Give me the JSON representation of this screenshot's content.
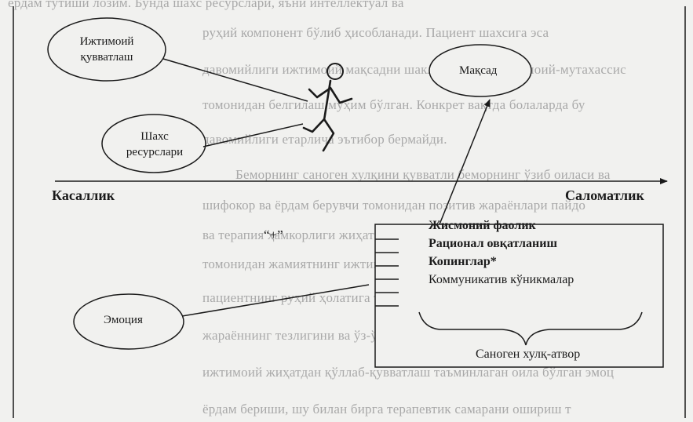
{
  "background_lines": [
    "ёрдам тутиши лозим. Бунда шахс ресурслари, яъни интеллектуал ва",
    "руҳий компонент бўлиб ҳисобланади. Пациент шахсига эса",
    "давомийлиги ижтимоий мақсадни шакллантириш ижтимоий-мутахассис",
    "томонидан белгилаш муҳим бўлган. Конкрет вақтда болаларда бу",
    "давомийлиги етарлича эътибор бермайди.",
    "Беморнинг саноген хулқини қувватли беморнинг ўзиб оиласи ва",
    "шифокор ва ёрдам берувчи томонидан позитив жараёнлари пайдо",
    "ва терапия ҳамкорлиги жиҳатида оилани бирлашган бўлса унинг тенглиги",
    "томонидан жамиятнинг ижтимоий муҳим аҳамият касб этади. Аммо,",
    "пациентнинг руҳий ҳолатига турли хил таъсир этиш мумкин, бу эса сал",
    "жараённинг тезлигини ва ўз-ўзини кобилиятига эга. Ижобий му",
    "ижтимоий жиҳатдан қўллаб-қувватлаш таъминлаган оила бўлган эмоц",
    "ёрдам бериши, шу билан бирга терапевтик самарани ошириш т"
  ],
  "diagram": {
    "social_support": [
      "Ижтимоий",
      "қувватлаш"
    ],
    "personal_resources": [
      "Шахс",
      "ресурслари"
    ],
    "goal": "Мақсад",
    "emotion": "Эмоция",
    "disease": "Касаллик",
    "health": "Саломатлик",
    "plus": "“+”",
    "box_lines": [
      "Жисмоний фаолик",
      "Рационал овқатланиш",
      "Копинглар*",
      "Коммуникатив кўникмалар"
    ],
    "healthy_behavior": "Саноген хулқ-атвор"
  }
}
